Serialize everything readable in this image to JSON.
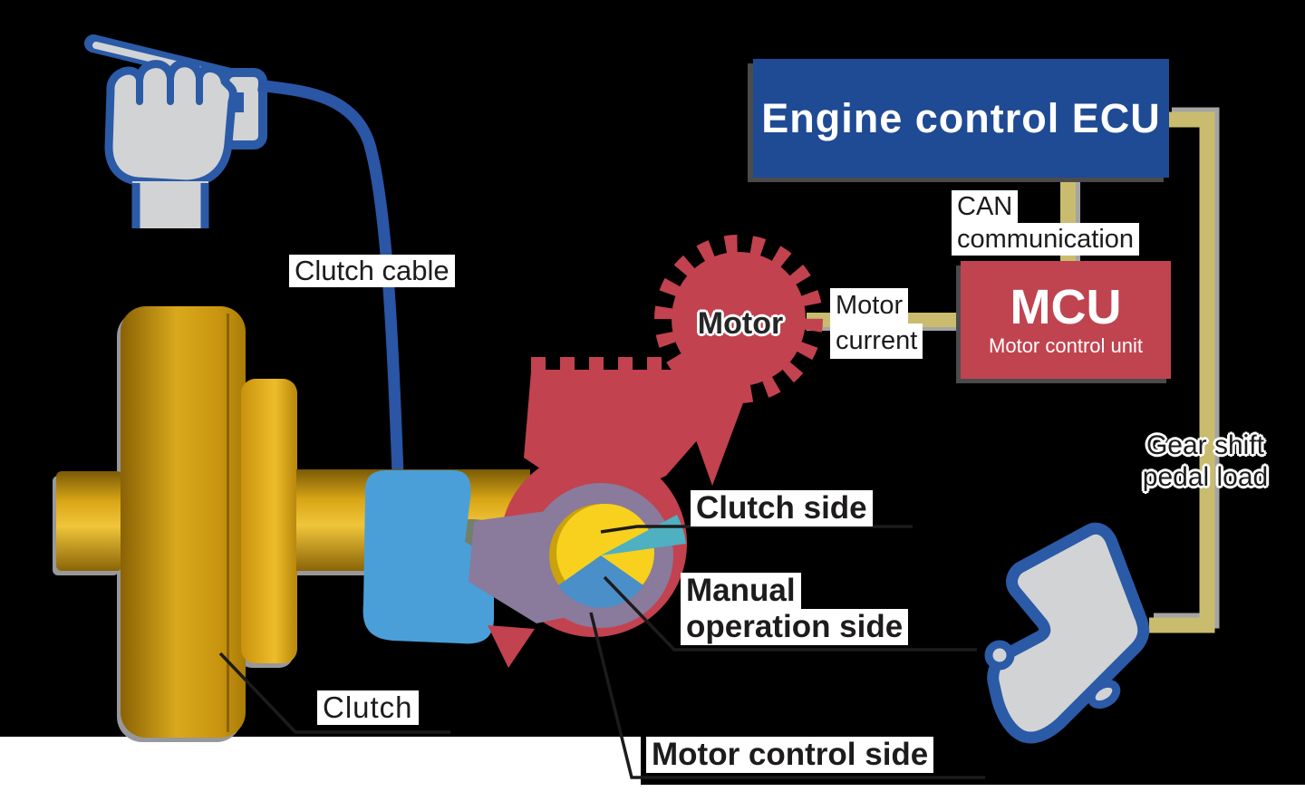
{
  "diagram": {
    "ecu_box": {
      "label": "Engine control ECU"
    },
    "mcu_box": {
      "title": "MCU",
      "subtitle": "Motor control unit"
    },
    "labels": {
      "clutch_cable": "Clutch cable",
      "can_communication": {
        "line1": "CAN",
        "line2": "communication"
      },
      "motor": "Motor",
      "motor_current": {
        "line1": "Motor",
        "line2": "current"
      },
      "gear_shift_pedal_load": {
        "line1": "Gear shift",
        "line2": "pedal load"
      },
      "clutch_side": "Clutch side",
      "manual_operation_side": {
        "line1": "Manual",
        "line2": "operation side"
      },
      "motor_control_side": "Motor control side",
      "clutch": "Clutch"
    },
    "colors": {
      "ecu_blue": "#1f4a94",
      "mcu_red": "#c04450",
      "gear_red": "#c2424f",
      "signal_khaki": "#c9bc6e",
      "flywheel_gold": "#d9a616",
      "fork_blue": "#4a9fd8",
      "ring_purple": "#8a7a9b",
      "cam_yellow": "#f7d11e",
      "sector_blue": "#4a8fc7",
      "sector_teal": "#4fb0c1",
      "outline_blue": "#2b5aa7",
      "hand_gray": "#d2d3d5",
      "shadow_gray": "#4b4b4d"
    }
  }
}
